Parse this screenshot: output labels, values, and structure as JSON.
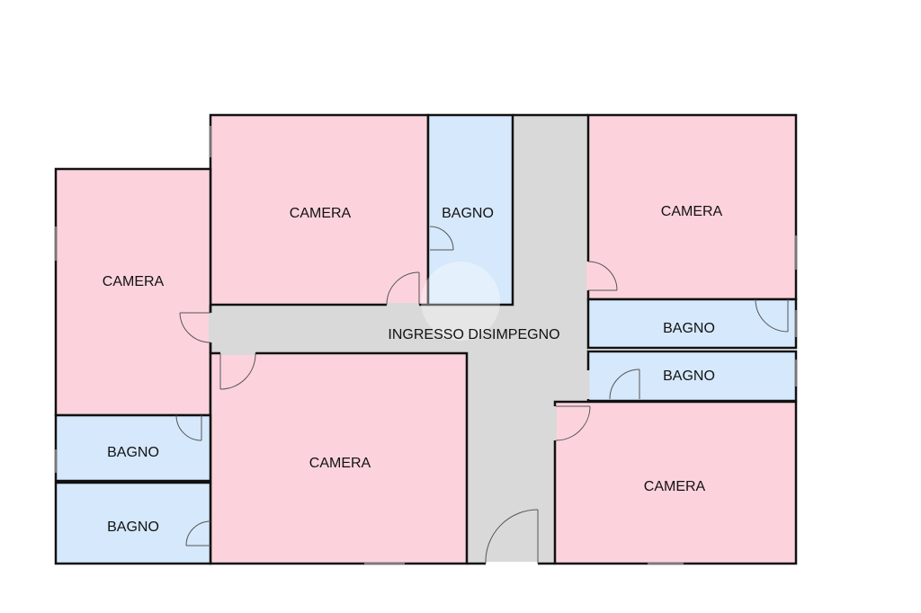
{
  "rooms": {
    "camera_top_left": "CAMERA",
    "bagno_top": "BAGNO",
    "camera_top_right": "CAMERA",
    "camera_left": "CAMERA",
    "corridor": "INGRESSO DISIMPEGNO",
    "bagno_right_1": "BAGNO",
    "bagno_right_2": "BAGNO",
    "bagno_left_1": "BAGNO",
    "bagno_left_2": "BAGNO",
    "camera_center": "CAMERA",
    "camera_bottom_right": "CAMERA"
  },
  "colors": {
    "bedroom": "#fcd3dd",
    "bathroom": "#d6e8fb",
    "corridor": "#d9d9d9",
    "wall": "#111111"
  }
}
